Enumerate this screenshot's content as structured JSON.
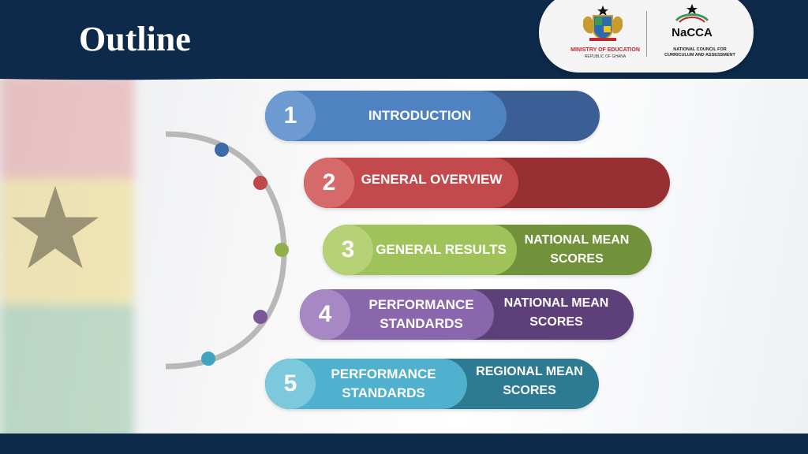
{
  "slide": {
    "title": "Outline"
  },
  "logos": {
    "ministry_line1": "MINISTRY OF EDUCATION",
    "ministry_line2": "REPUBLIC OF GHANA",
    "nacca_mark": "NaCCA",
    "nacca_line1": "NATIONAL COUNCIL FOR",
    "nacca_line2": "CURRICULUM AND ASSESSMENT"
  },
  "items": [
    {
      "number": "1",
      "label": "INTRODUCTION",
      "sub": "",
      "color": "#3d6aa8"
    },
    {
      "number": "2",
      "label": "GENERAL OVERVIEW",
      "sub": "",
      "color": "#a8363a"
    },
    {
      "number": "3",
      "label": "GENERAL RESULTS",
      "sub": "NATIONAL MEAN SCORES",
      "color": "#7a9a3c"
    },
    {
      "number": "4",
      "label": "PERFORMANCE STANDARDS",
      "sub": "NATIONAL MEAN SCORES",
      "color": "#6b4a86"
    },
    {
      "number": "5",
      "label": "PERFORMANCE STANDARDS",
      "sub": "REGIONAL MEAN SCORES",
      "color": "#2e8aa3"
    }
  ],
  "colors": {
    "header": "#0d2a4a",
    "blue": "#3d6aa8",
    "red": "#a8363a",
    "green": "#7a9a3c",
    "purple": "#6b4a86",
    "teal": "#2e8aa3"
  }
}
